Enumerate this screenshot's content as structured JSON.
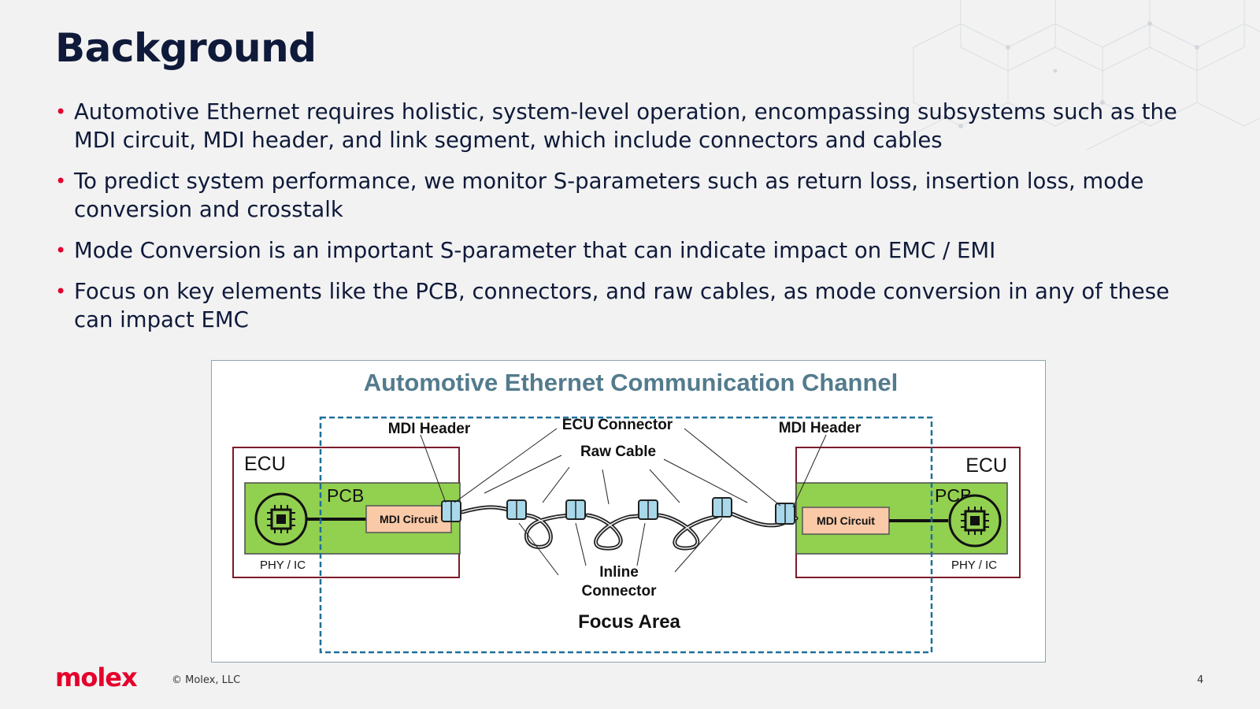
{
  "slide": {
    "title": "Background",
    "bullets": [
      "Automotive Ethernet requires holistic, system-level operation, encompassing subsystems such as the MDI circuit, MDI header, and link segment, which include connectors and cables",
      "To predict system performance, we monitor S-parameters such as return loss, insertion loss,  mode conversion and crosstalk",
      "Mode Conversion is an important S-parameter that can indicate impact on EMC / EMI",
      "Focus on key elements like the PCB, connectors, and raw cables, as mode conversion in any of these can impact EMC"
    ],
    "bullet_color": "#e4002b"
  },
  "diagram": {
    "title": "Automotive Ethernet Communication Channel",
    "title_color": "#537b8d",
    "left_ecu": "ECU",
    "right_ecu": "ECU",
    "left_pcb": "PCB",
    "right_pcb": "PCB",
    "left_mdi_circuit": "MDI Circuit",
    "right_mdi_circuit": "MDI Circuit",
    "left_phy": "PHY / IC",
    "right_phy": "PHY / IC",
    "left_mdi_header": "MDI Header",
    "right_mdi_header": "MDI Header",
    "ecu_connector": "ECU Connector",
    "raw_cable": "Raw Cable",
    "inline_connector_line1": "Inline",
    "inline_connector_line2": "Connector",
    "focus_area": "Focus Area",
    "pcb_color": "#92d050",
    "ecu_border_color": "#7b1b2a",
    "mdi_circuit_color": "#f9c9a8",
    "connector_color": "#a8d8ea",
    "focus_border_color": "#1f6f99",
    "icons": [
      "chip-icon-left",
      "chip-icon-right"
    ]
  },
  "footer": {
    "logo": "molex",
    "copyright": "© Molex, LLC",
    "page_number": "4"
  }
}
